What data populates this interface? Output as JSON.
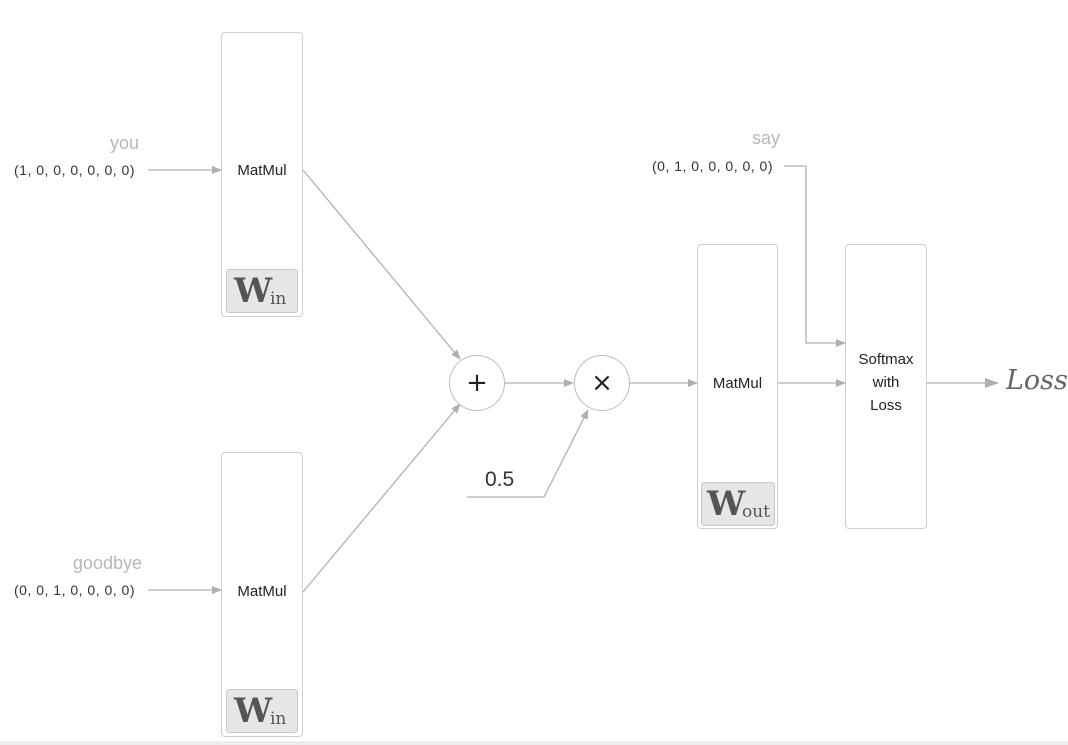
{
  "inputs": {
    "you": {
      "word": "you",
      "vector": "(1, 0, 0, 0, 0, 0, 0)"
    },
    "goodbye": {
      "word": "goodbye",
      "vector": "(0, 0, 1, 0, 0, 0, 0)"
    },
    "say": {
      "word": "say",
      "vector": "(0, 1, 0, 0, 0, 0, 0)"
    }
  },
  "layers": {
    "matmul_label": "MatMul",
    "w_in": {
      "symbol": "W",
      "subscript": "in"
    },
    "w_out": {
      "symbol": "W",
      "subscript": "out"
    },
    "softmax": {
      "line1": "Softmax",
      "line2": "with",
      "line3": "Loss"
    }
  },
  "ops": {
    "add": "+",
    "multiply": "×",
    "scale": "0.5"
  },
  "output": {
    "loss": "Loss"
  },
  "colors": {
    "arrow": "#b0b0b0",
    "box_border": "#cfcfcf",
    "weight_bg": "#e6e6e6",
    "word": "#b8b8b8"
  }
}
